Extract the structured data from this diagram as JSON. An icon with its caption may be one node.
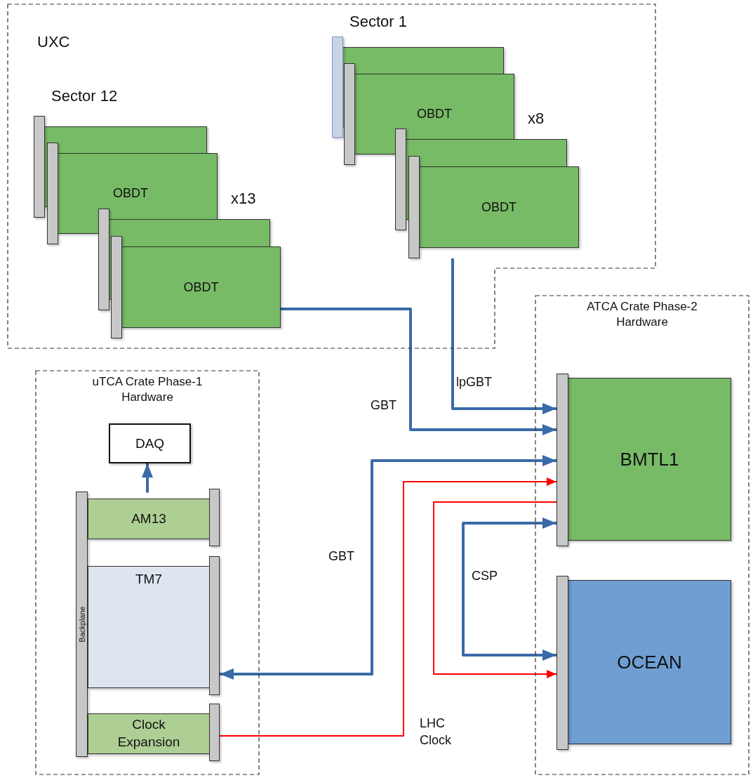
{
  "diagram": {
    "nodes": [
      {
        "text": [
          "UXC"
        ]
      },
      {
        "text": [],
        "shape": "box",
        "in": 0
      },
      {
        "text": [
          "OBDT"
        ],
        "in": 0
      },
      {
        "text": [],
        "shape": "box",
        "in": 0
      },
      {
        "text": [
          "OBDT"
        ],
        "in": 0
      },
      {
        "text": [],
        "shape": "box",
        "in": 0
      },
      {
        "text": [
          "OBDT"
        ],
        "in": 0
      },
      {
        "text": [],
        "shape": "box",
        "in": 0
      },
      {
        "text": [
          "OBDT"
        ],
        "in": 0
      },
      {
        "text": [
          "ATCA Crate Phase-2 Hardware"
        ]
      },
      {
        "text": [
          "BMTL1"
        ],
        "in": 9
      },
      {
        "text": [
          "OCEAN"
        ],
        "in": 9
      },
      {
        "text": [
          "uTCA Crate Phase-1 Hardware"
        ]
      },
      {
        "text": [
          "DAQ"
        ],
        "in": 12
      },
      {
        "text": [
          "Backplane"
        ],
        "in": 12
      },
      {
        "text": [
          "AM13"
        ],
        "in": 12
      },
      {
        "text": [
          "TM7"
        ],
        "in": 12
      },
      {
        "text": [
          "Clock Expansion"
        ],
        "in": 12
      }
    ],
    "edges": [
      {
        "from": 4,
        "to": 10,
        "arrow": "to",
        "label": "GBT"
      },
      {
        "from": 8,
        "to": 10,
        "arrow": "to",
        "label": "lpGBT"
      },
      {
        "from": 15,
        "to": 13,
        "arrow": "to"
      },
      {
        "from": 10,
        "to": 16,
        "arrow": "both",
        "label": "GBT"
      },
      {
        "from": 17,
        "to": 10,
        "arrow": "to",
        "label": "LHC Clock",
        "color": "#ff0000"
      },
      {
        "from": 10,
        "to": 11,
        "arrow": "to",
        "color": "#ff0000"
      },
      {
        "from": 10,
        "to": 11,
        "arrow": "both",
        "label": "CSP"
      }
    ],
    "labels": [
      "Sector 1",
      "Sector 12",
      "x8",
      "x13"
    ]
  }
}
